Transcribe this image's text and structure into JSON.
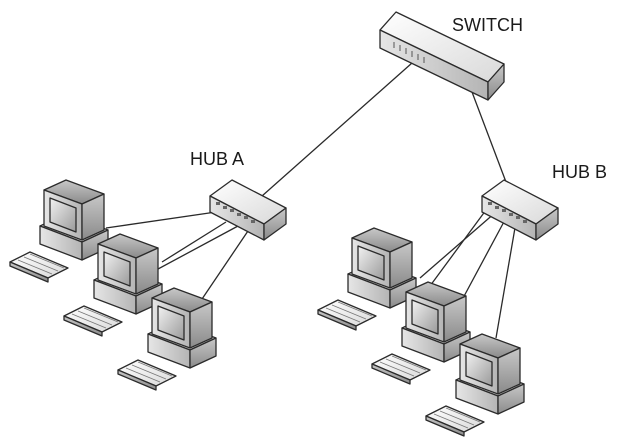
{
  "diagram": {
    "labels": {
      "switch": "SWITCH",
      "hub_a": "HUB A",
      "hub_b": "HUB B"
    },
    "nodes": {
      "switch": {
        "type": "switch",
        "label": "SWITCH"
      },
      "hub_a": {
        "type": "hub",
        "label": "HUB A",
        "connects_to": "switch",
        "computers": 3
      },
      "hub_b": {
        "type": "hub",
        "label": "HUB B",
        "connects_to": "switch",
        "computers": 3
      }
    },
    "colors": {
      "device_light": "#f4f4f4",
      "device_mid": "#cfcfcf",
      "device_dark": "#8f8f8f",
      "line": "#2a2a2a"
    }
  }
}
